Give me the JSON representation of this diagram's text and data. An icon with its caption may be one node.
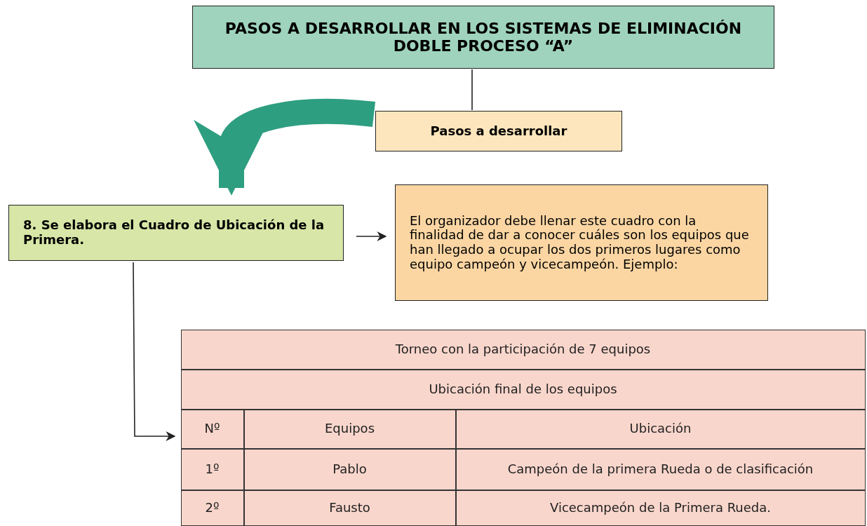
{
  "diagram": {
    "nodes": [
      {
        "text": [
          "PASOS A DESARROLLAR EN LOS SISTEMAS DE ELIMINACIÓN DOBLE PROCESO “A”"
        ]
      },
      {
        "text": [
          "Pasos a desarrollar"
        ]
      },
      {
        "text": [
          "8. Se elabora el Cuadro de Ubicación de la Primera."
        ]
      },
      {
        "text": [
          "El organizador debe llenar este cuadro con la finalidad de dar a conocer cuáles son los equipos que han llegado a ocupar los dos primeros lugares como equipo campeón y vicecampeón. Ejemplo:"
        ]
      },
      {
        "text": [],
        "shape": "box"
      }
    ],
    "edges": [
      {
        "from": 0,
        "to": 1,
        "arrow": "none"
      },
      {
        "from": 1,
        "to": 2,
        "arrow": "to",
        "style": "thick",
        "color": "#2e9e80"
      },
      {
        "from": 2,
        "to": 3,
        "arrow": "to"
      },
      {
        "from": 2,
        "to": 4,
        "arrow": "to"
      }
    ],
    "labels": [
      "Torneo con la participación de 7 equipos",
      "Ubicación final de los equipos",
      "Nº",
      "Equipos",
      "Ubicación",
      "1º",
      "Pablo",
      "Campeón de la primera Rueda o de clasificación",
      "2º",
      "Fausto",
      "Vicecampeón de la Primera Rueda."
    ]
  }
}
